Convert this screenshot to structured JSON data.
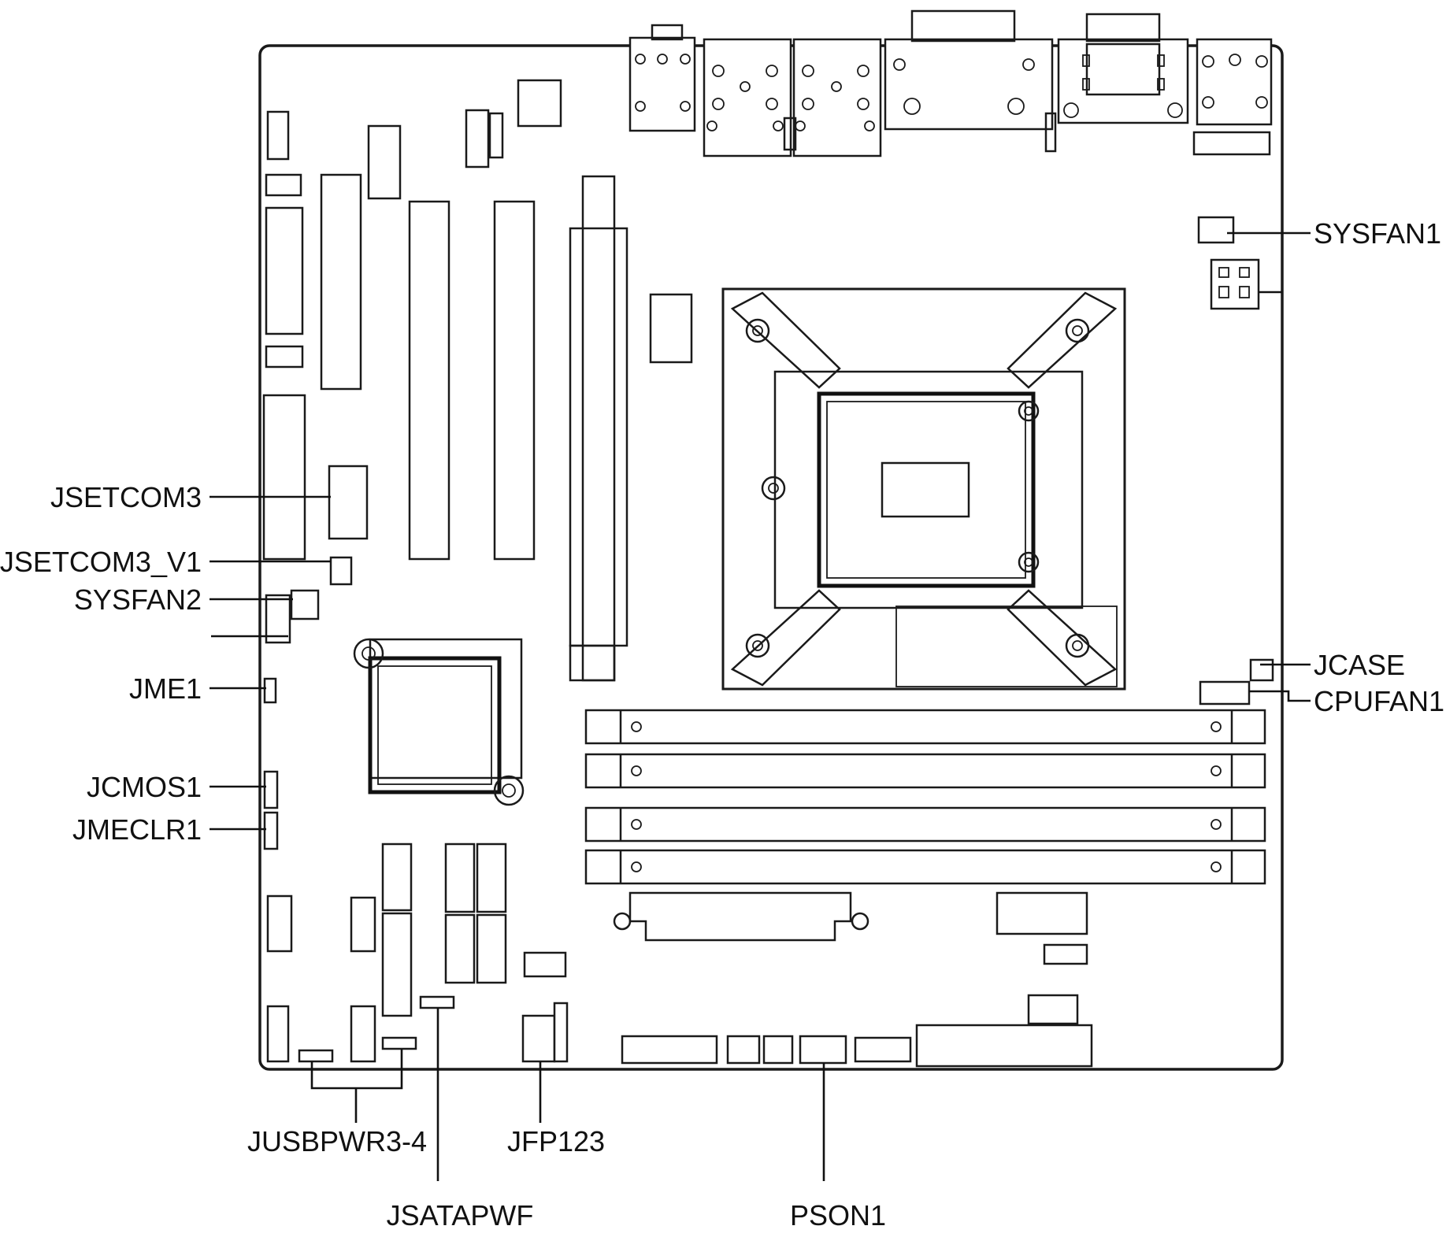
{
  "diagram": {
    "labels": {
      "sysfan1": "SYSFAN1",
      "jsetcom3": "JSETCOM3",
      "jsetcom3_v1": "JSETCOM3_V1",
      "sysfan2": "SYSFAN2",
      "jme1": "JME1",
      "jcmos1": "JCMOS1",
      "jmeclr1": "JMECLR1",
      "jcase": "JCASE",
      "cpufan1": "CPUFAN1",
      "jusbpwr3_4": "JUSBPWR3-4",
      "jfp123": "JFP123",
      "jsatapwf": "JSATAPWF",
      "pson1": "PSON1"
    }
  }
}
